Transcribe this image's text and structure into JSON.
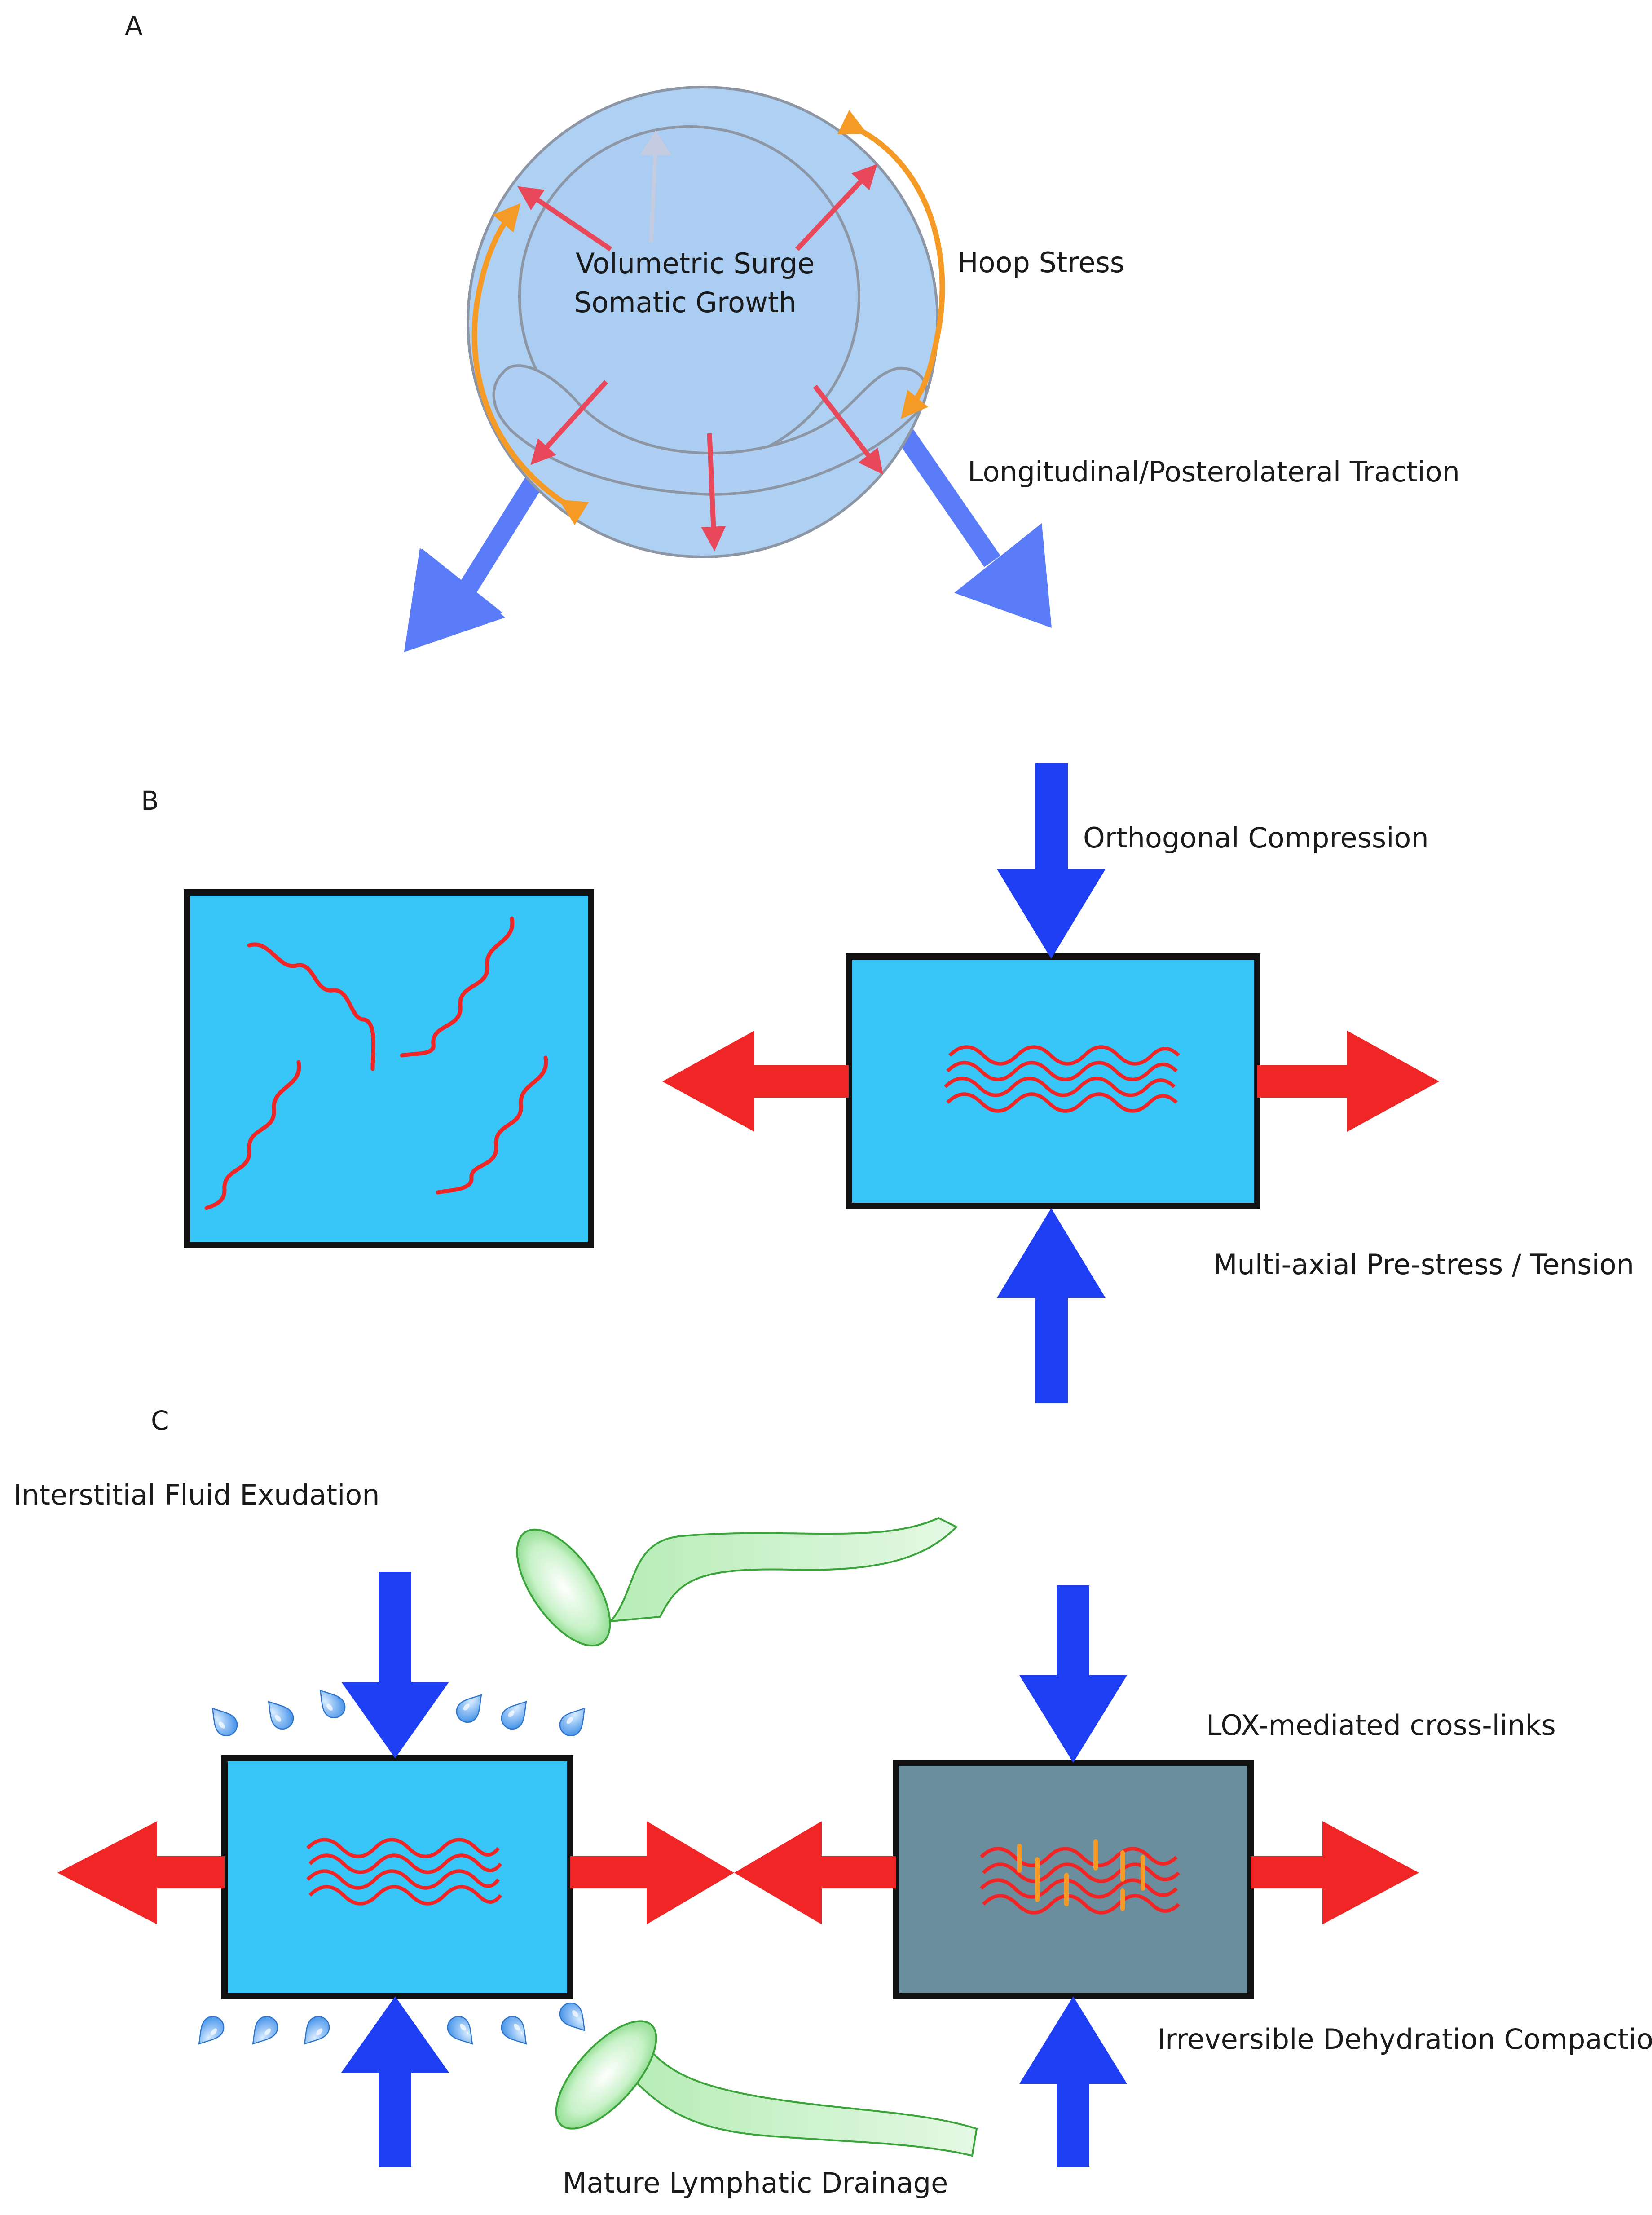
{
  "panel_a": {
    "letter": "A",
    "center_text_line1": "Volumetric Surge",
    "center_text_line2": "Somatic Growth",
    "hoop_label": "Hoop Stress",
    "traction_label": "Longitudinal/Posterolateral Traction"
  },
  "panel_b": {
    "letter": "B",
    "compression_label": "Orthogonal Compression",
    "tension_label": "Multi-axial Pre-stress / Tension"
  },
  "panel_c": {
    "letter": "C",
    "exudation_label": "Interstitial Fluid Exudation",
    "crosslink_label": "LOX-mediated cross-links",
    "dehydration_label": "Irreversible Dehydration Compaction",
    "lymphatic_label": "Mature Lymphatic Drainage"
  },
  "colors": {
    "tissue_blue": "#38c6f9",
    "compacted_gray": "#6b8e9e",
    "force_red": "#f02525",
    "force_blue": "#1f3ff5",
    "traction_blue": "#5b7cf8",
    "hoop_orange": "#f49a25",
    "growth_red": "#e8485a",
    "droplet_blue": "#4f9be8",
    "lymph_green": "#c6f0c6"
  }
}
